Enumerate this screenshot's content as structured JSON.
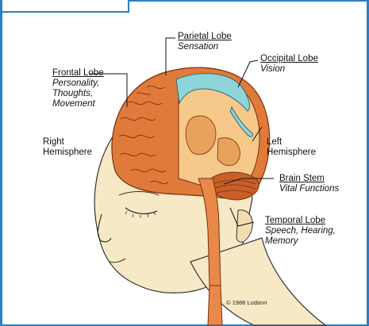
{
  "labels": {
    "frontal": {
      "title": "Frontal Lobe",
      "desc": [
        "Personality,",
        "Thoughts,",
        "Movement"
      ]
    },
    "parietal": {
      "title": "Parietal Lobe",
      "desc": [
        "Sensation"
      ]
    },
    "occipital": {
      "title": "Occipital Lobe",
      "desc": [
        "Vision"
      ]
    },
    "right_hemisphere": [
      "Right",
      "Hemisphere"
    ],
    "left_hemisphere": [
      "Left",
      "Hemisphere"
    ],
    "brain_stem": {
      "title": "Brain Stem",
      "desc": [
        "Vital Functions"
      ]
    },
    "temporal": {
      "title": "Temporal Lobe",
      "desc": [
        "Speech, Hearing,",
        "Memory"
      ]
    }
  },
  "copyright": "© 1988 Ludann",
  "colors": {
    "frame": "#2a7fc4",
    "cortex": "#e07a3a",
    "cortex_dark": "#b8501c",
    "interior": "#f6c98a",
    "ventricle": "#8fd4d8",
    "skin": "#f7e9c5"
  }
}
